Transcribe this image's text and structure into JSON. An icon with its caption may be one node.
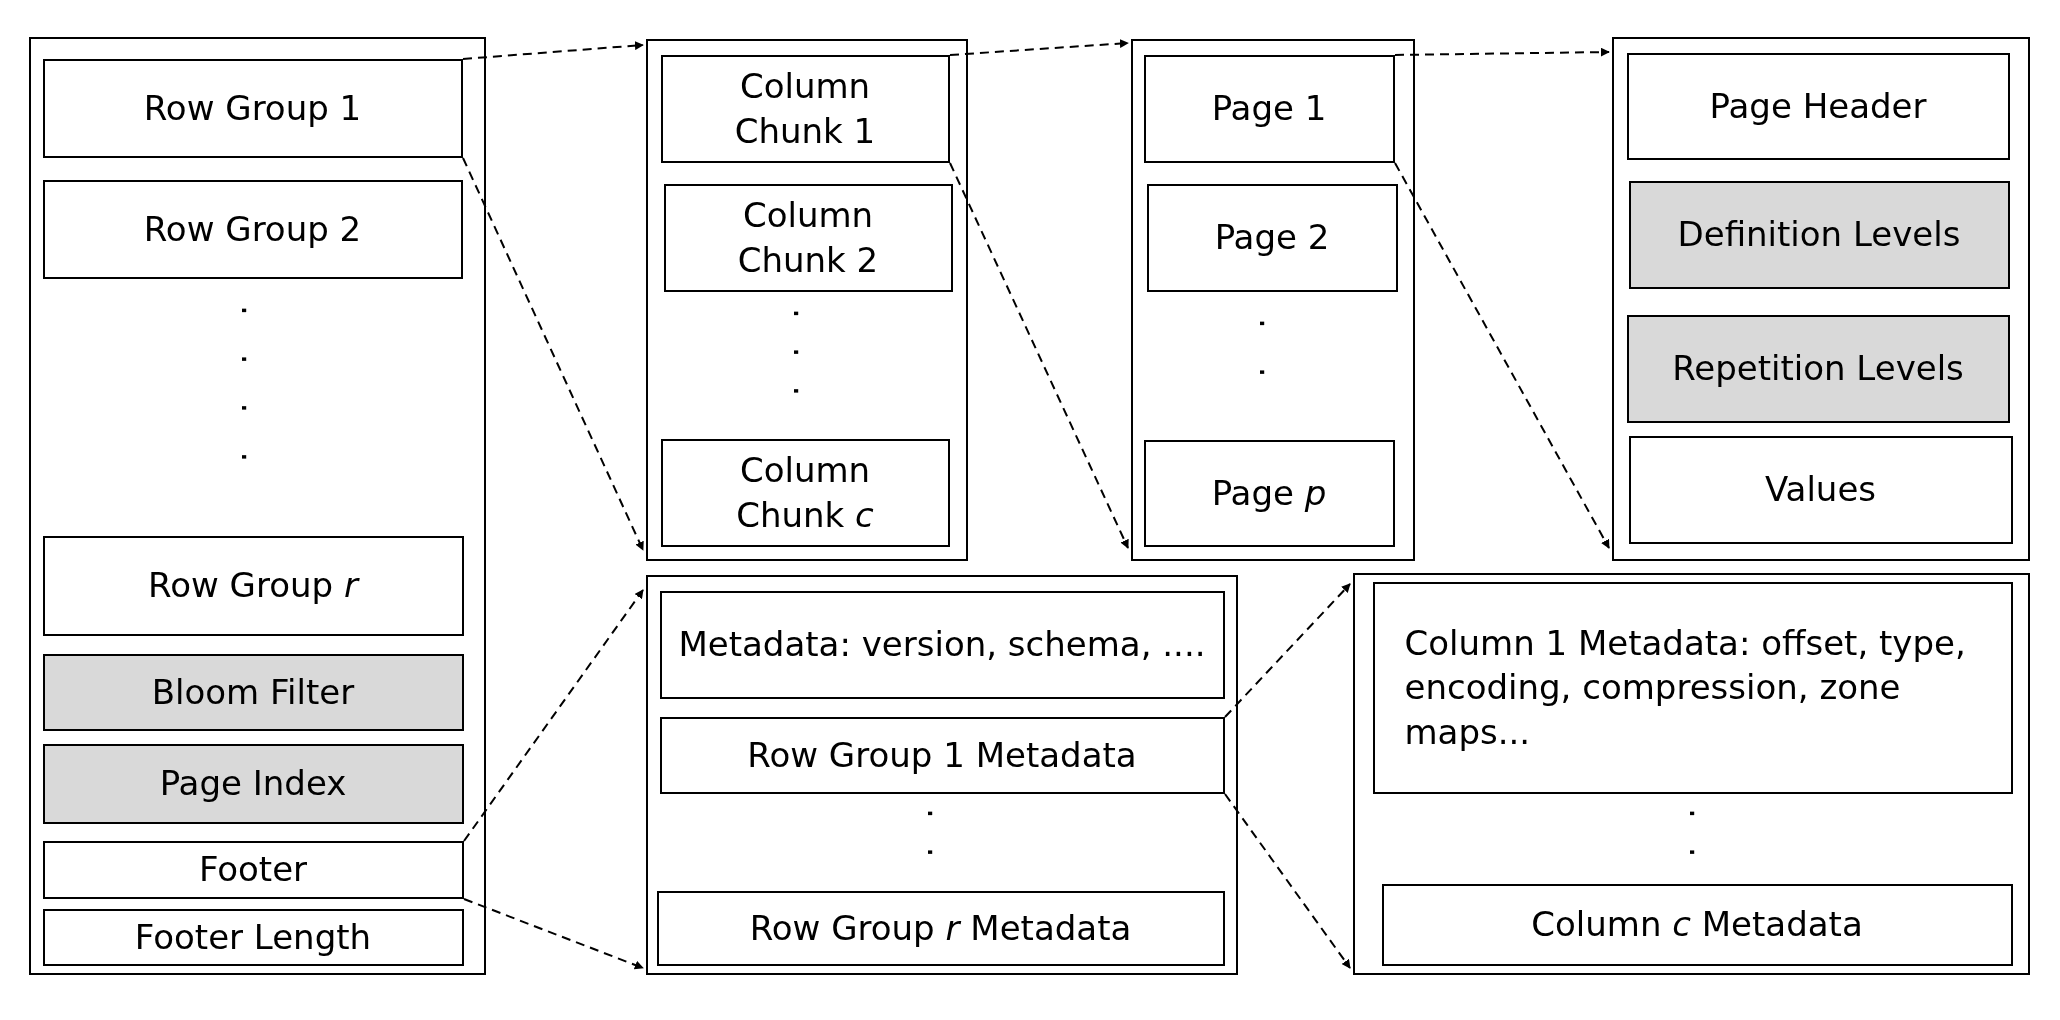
{
  "diagram": {
    "nodes": [
      {
        "text": [],
        "shape": "box"
      },
      {
        "text": [
          "Row Group 1"
        ],
        "in": 0
      },
      {
        "text": [
          "Row Group 2"
        ],
        "in": 0
      },
      {
        "text": [
          "Row Group *r*"
        ],
        "in": 0
      },
      {
        "text": [
          "Bloom Filter"
        ],
        "in": 0
      },
      {
        "text": [
          "Page Index"
        ],
        "in": 0
      },
      {
        "text": [
          "Footer"
        ],
        "in": 0
      },
      {
        "text": [
          "Footer Length"
        ],
        "in": 0
      },
      {
        "text": [],
        "shape": "box"
      },
      {
        "text": [
          "Column Chunk 1"
        ],
        "in": 8
      },
      {
        "text": [
          "Column Chunk 2"
        ],
        "in": 8
      },
      {
        "text": [
          "Column Chunk *c*"
        ],
        "in": 8
      },
      {
        "text": [],
        "shape": "box"
      },
      {
        "text": [
          "Page 1"
        ],
        "in": 12
      },
      {
        "text": [
          "Page 2"
        ],
        "in": 12
      },
      {
        "text": [
          "Page *p*"
        ],
        "in": 12
      },
      {
        "text": [],
        "shape": "box"
      },
      {
        "text": [
          "Page Header"
        ],
        "in": 16
      },
      {
        "text": [
          "Definition Levels"
        ],
        "in": 16
      },
      {
        "text": [
          "Repetition Levels"
        ],
        "in": 16
      },
      {
        "text": [
          "Values"
        ],
        "in": 16
      },
      {
        "text": [],
        "shape": "box"
      },
      {
        "text": [
          "Metadata: version, schema, ...."
        ],
        "in": 21
      },
      {
        "text": [
          "Row Group 1 Metadata"
        ],
        "in": 21
      },
      {
        "text": [
          "Row Group *r* Metadata"
        ],
        "in": 21
      },
      {
        "text": [],
        "shape": "box"
      },
      {
        "text": [
          "Column 1 Metadata: offset, type, encoding, compression, zone maps..."
        ],
        "in": 25
      },
      {
        "text": [
          "Column *c* Metadata"
        ],
        "in": 25
      }
    ],
    "edges": [
      {
        "from": 1,
        "to": 8,
        "arrow": "to",
        "style": "dashed"
      },
      {
        "from": 1,
        "to": 8,
        "arrow": "to",
        "style": "dashed"
      },
      {
        "from": 9,
        "to": 12,
        "arrow": "to",
        "style": "dashed"
      },
      {
        "from": 9,
        "to": 12,
        "arrow": "to",
        "style": "dashed"
      },
      {
        "from": 13,
        "to": 16,
        "arrow": "to",
        "style": "dashed"
      },
      {
        "from": 13,
        "to": 16,
        "arrow": "to",
        "style": "dashed"
      },
      {
        "from": 6,
        "to": 21,
        "arrow": "to",
        "style": "dashed"
      },
      {
        "from": 6,
        "to": 21,
        "arrow": "to",
        "style": "dashed"
      },
      {
        "from": 23,
        "to": 25,
        "arrow": "to",
        "style": "dashed"
      },
      {
        "from": 23,
        "to": 25,
        "arrow": "to",
        "style": "dashed"
      }
    ],
    "labels": [
      "....",
      "...",
      "..",
      "..",
      ".."
    ]
  }
}
